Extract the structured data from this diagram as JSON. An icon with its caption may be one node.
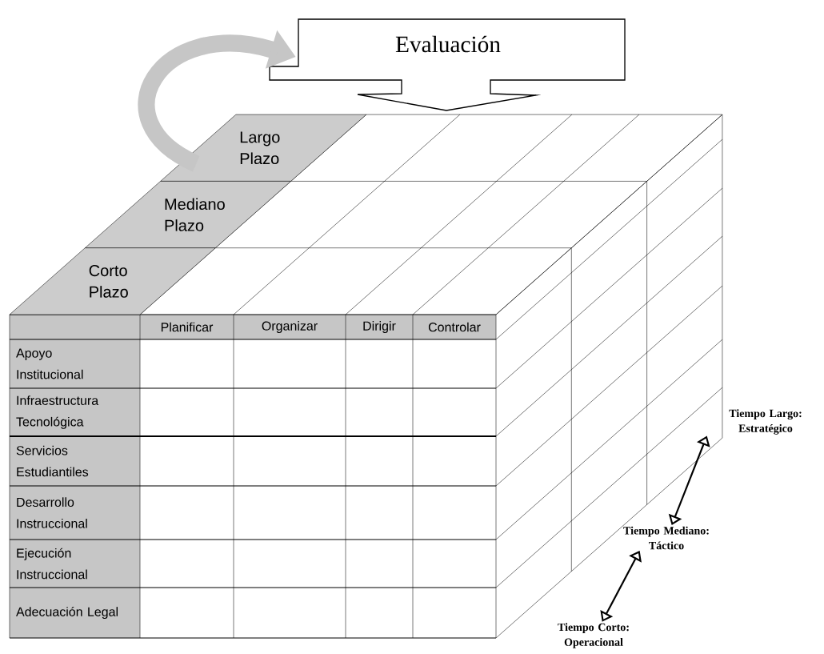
{
  "diagram": {
    "nodes": [
      {
        "text": [
          "Evaluación"
        ]
      },
      {
        "text": [
          "Largo Plazo"
        ]
      },
      {
        "text": [
          "Mediano Plazo"
        ]
      },
      {
        "text": [
          "Corto Plazo"
        ]
      },
      {
        "text": [
          "Tiempo Largo: Estratégico"
        ]
      },
      {
        "text": [
          "Tiempo Mediano: Táctico"
        ]
      },
      {
        "text": [
          "Tiempo Corto: Operacional"
        ]
      }
    ],
    "edges": [
      {
        "from": 1,
        "to": 0,
        "arrow": "to",
        "style": "thick",
        "color": "#c6c6c6"
      },
      {
        "from": 6,
        "to": 5,
        "arrow": "both"
      },
      {
        "from": 5,
        "to": 4,
        "arrow": "both"
      }
    ],
    "labels": [
      "Planificar",
      "Organizar",
      "Dirigir",
      "Controlar",
      "Apoyo Institucional",
      "Infraestructura Tecnológica",
      "Servicios Estudiantiles",
      "Desarrollo Instruccional",
      "Ejecución Instruccional",
      "Adecuación Legal"
    ]
  }
}
